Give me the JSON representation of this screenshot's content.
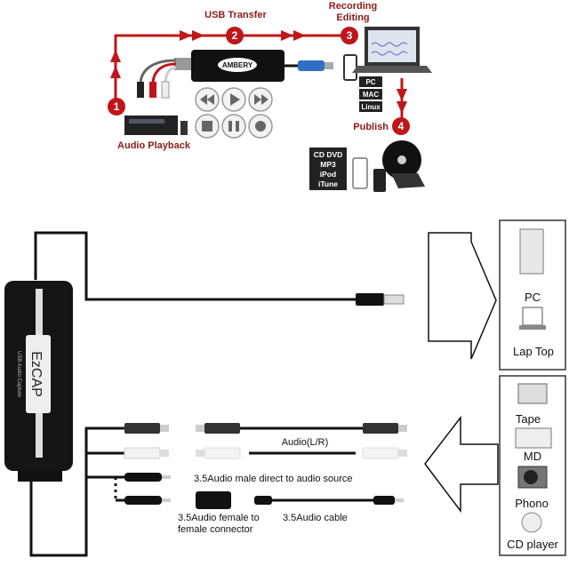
{
  "workflow": {
    "step1": "1",
    "step2": "2",
    "step3": "3",
    "step4": "4",
    "usb_transfer": "USB Transfer",
    "recording": "Recording",
    "editing": "Editing",
    "publish": "Publish",
    "audio_playback": "Audio Playback",
    "device_brand": "AMBERY",
    "os": [
      "PC",
      "MAC",
      "Linux"
    ],
    "media": [
      "CD DVD",
      "MP3",
      "iPod",
      "iTune"
    ],
    "accent_color": "#c0161b"
  },
  "wiring": {
    "device_name": "EzCAP",
    "device_subtitle": "USB Audio Capture",
    "audio_lr": "Audio(L/R)",
    "male_direct": "3.5Audio male direct to audio source",
    "female_connector_1": "3.5Audio female to",
    "female_connector_2": "female connector",
    "audio_cable": "3.5Audio cable",
    "targets": [
      "PC",
      "Lap Top"
    ],
    "sources": [
      "Tape",
      "MD",
      "Phono",
      "CD player"
    ]
  }
}
